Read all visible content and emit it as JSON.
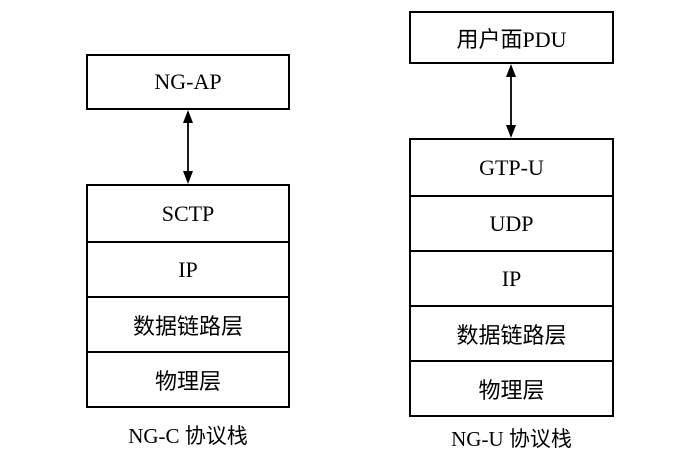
{
  "diagram": {
    "left": {
      "top_box": "NG-AP",
      "layers": [
        "SCTP",
        "IP",
        "数据链路层",
        "物理层"
      ],
      "caption": "NG-C 协议栈"
    },
    "right": {
      "top_box": "用户面PDU",
      "layers": [
        "GTP-U",
        "UDP",
        "IP",
        "数据链路层",
        "物理层"
      ],
      "caption": "NG-U 协议栈"
    },
    "icons": {
      "left_arrow": "double-headed-vertical-arrow",
      "right_arrow": "double-headed-vertical-arrow"
    },
    "colors": {
      "line": "#000000",
      "text": "#000000",
      "background": "#ffffff"
    }
  }
}
